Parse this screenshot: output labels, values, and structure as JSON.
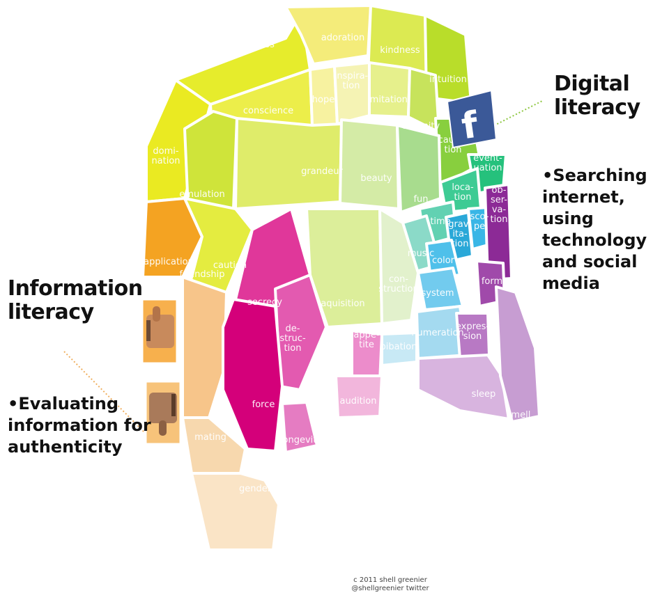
{
  "left_panel": {
    "title": [
      "Information",
      "literacy"
    ],
    "bullet": [
      "•Evaluating",
      "information for",
      "authenticity"
    ]
  },
  "right_panel": {
    "title": [
      "Digital",
      "literacy"
    ],
    "bullet": [
      "•Searching",
      "internet,",
      "using technology",
      "and social media"
    ]
  },
  "credit": [
    "c 2011 shell greenier",
    "@shellgreenier twitter"
  ],
  "icons": [
    "thumbs-up-icon",
    "thumbs-down-icon",
    "facebook-icon"
  ],
  "regions": [
    {
      "key": "firmness",
      "lines": [
        "firmness"
      ],
      "color": "#e6ec2c"
    },
    {
      "key": "adoration",
      "lines": [
        "adoration"
      ],
      "color": "#f4ec7a"
    },
    {
      "key": "kindness",
      "lines": [
        "kindness"
      ],
      "color": "#dcea52"
    },
    {
      "key": "intuition",
      "lines": [
        "intuition"
      ],
      "color": "#b9dd2a"
    },
    {
      "key": "conscience",
      "lines": [
        "conscience"
      ],
      "color": "#ecee4a"
    },
    {
      "key": "hope",
      "lines": [
        "hope"
      ],
      "color": "#f7f2a0"
    },
    {
      "key": "inspiration",
      "lines": [
        "inspira-",
        "tion"
      ],
      "color": "#f5f3b4"
    },
    {
      "key": "imitation",
      "lines": [
        "imitation"
      ],
      "color": "#e6f08c"
    },
    {
      "key": "urbanity",
      "lines": [
        "urbanity"
      ],
      "color": "#c7e35c"
    },
    {
      "key": "domination",
      "lines": [
        "domi-",
        "nation"
      ],
      "color": "#eaea22"
    },
    {
      "key": "emulation",
      "lines": [
        "emulation"
      ],
      "color": "#cfe43a"
    },
    {
      "key": "grandeur",
      "lines": [
        "grandeur"
      ],
      "color": "#dfec6a"
    },
    {
      "key": "beauty",
      "lines": [
        "beauty"
      ],
      "color": "#d4eba6"
    },
    {
      "key": "causation",
      "lines": [
        "causa-",
        "tion"
      ],
      "color": "#88cf3e"
    },
    {
      "key": "fun",
      "lines": [
        "fun"
      ],
      "color": "#a8dc8e"
    },
    {
      "key": "eventuation",
      "lines": [
        "event-",
        "uation"
      ],
      "color": "#25c17c"
    },
    {
      "key": "location",
      "lines": [
        "loca-",
        "tion"
      ],
      "color": "#3ecb94"
    },
    {
      "key": "time",
      "lines": [
        "time"
      ],
      "color": "#62d1b2"
    },
    {
      "key": "music",
      "lines": [
        "music"
      ],
      "color": "#8bdac8"
    },
    {
      "key": "gravitation",
      "lines": [
        "grav-",
        "ita-",
        "tion"
      ],
      "color": "#2aa8d8"
    },
    {
      "key": "scope",
      "lines": [
        "sco-",
        "pe"
      ],
      "color": "#39b6e6"
    },
    {
      "key": "observation",
      "lines": [
        "ob-",
        "ser-",
        "va-",
        "tion"
      ],
      "color": "#8c2a96"
    },
    {
      "key": "color",
      "lines": [
        "color"
      ],
      "color": "#4fc0ea"
    },
    {
      "key": "system",
      "lines": [
        "system"
      ],
      "color": "#72cbee"
    },
    {
      "key": "form",
      "lines": [
        "form"
      ],
      "color": "#a04aaa"
    },
    {
      "key": "application",
      "lines": [
        "application"
      ],
      "color": "#f4a322"
    },
    {
      "key": "caution",
      "lines": [
        "caution"
      ],
      "color": "#e4ec40"
    },
    {
      "key": "friendship",
      "lines": [
        "friendship"
      ],
      "color": "#f7c58a"
    },
    {
      "key": "secrecy",
      "lines": [
        "secrecy"
      ],
      "color": "#e0379a"
    },
    {
      "key": "destruction",
      "lines": [
        "de-",
        "struc-",
        "tion"
      ],
      "color": "#e35ab0"
    },
    {
      "key": "force",
      "lines": [
        "force"
      ],
      "color": "#d4007a"
    },
    {
      "key": "acquisition",
      "lines": [
        "aquisition"
      ],
      "color": "#dcee9a"
    },
    {
      "key": "construction",
      "lines": [
        "con-",
        "struction"
      ],
      "color": "#e2f1cc"
    },
    {
      "key": "numeration",
      "lines": [
        "numeration"
      ],
      "color": "#a4daf0"
    },
    {
      "key": "expression",
      "lines": [
        "expres-",
        "sion"
      ],
      "color": "#b879c4"
    },
    {
      "key": "appetite",
      "lines": [
        "appe-",
        "tite"
      ],
      "color": "#ec8ccb"
    },
    {
      "key": "bibation",
      "lines": [
        "bibation"
      ],
      "color": "#c8e9f5"
    },
    {
      "key": "audition",
      "lines": [
        "audition"
      ],
      "color": "#f2b6dc"
    },
    {
      "key": "longevity",
      "lines": [
        "longevity"
      ],
      "color": "#e57cc2"
    },
    {
      "key": "mating",
      "lines": [
        "mating"
      ],
      "color": "#f7d8ae"
    },
    {
      "key": "gender",
      "lines": [
        "gender"
      ],
      "color": "#fae4c6"
    },
    {
      "key": "sleep",
      "lines": [
        "sleep"
      ],
      "color": "#d8b4df"
    },
    {
      "key": "smell",
      "lines": [
        "smell"
      ],
      "color": "#c79dd2"
    }
  ]
}
